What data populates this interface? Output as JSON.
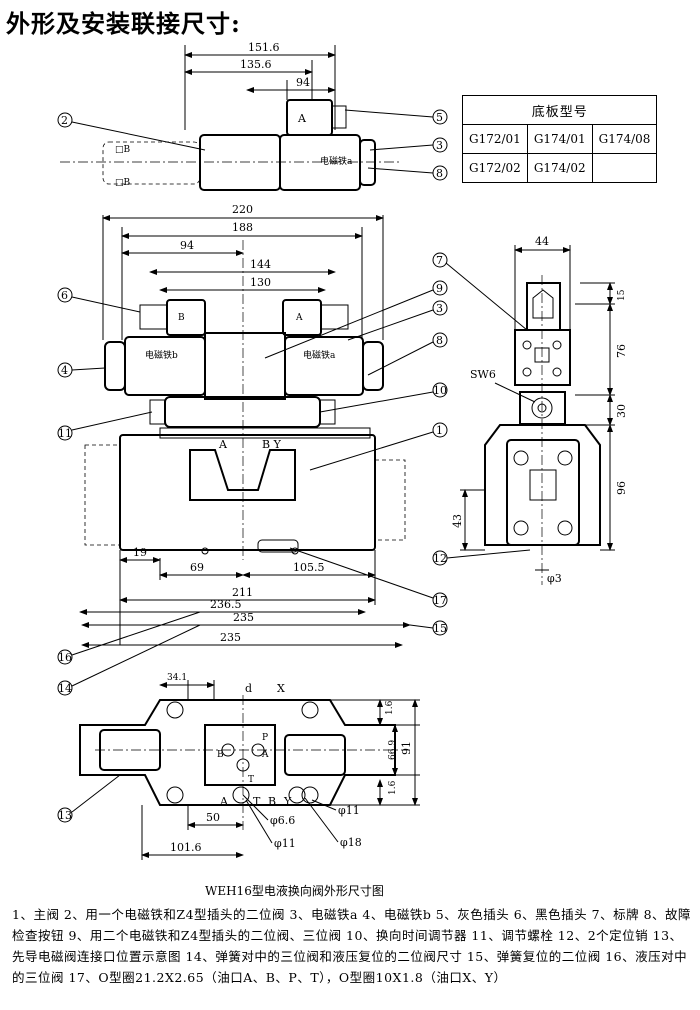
{
  "title": "外形及安装联接尺寸:",
  "plate_table": {
    "header": "底板型号",
    "rows": [
      [
        "G172/01",
        "G174/01",
        "G174/08"
      ],
      [
        "G172/02",
        "G174/02",
        ""
      ]
    ]
  },
  "top_view": {
    "dims": {
      "d1": "151.6",
      "d2": "135.6",
      "d3": "94"
    },
    "coil_label": "电磁铁a",
    "coil_letter": "A",
    "balloons": {
      "b2": "2",
      "b5": "5",
      "b3": "3",
      "b8": "8"
    }
  },
  "front_view": {
    "dims": {
      "d220": "220",
      "d188": "188",
      "d94": "94",
      "d144": "144",
      "d130": "130",
      "d19": "19",
      "d69": "69",
      "d105": "105.5",
      "d211": "211",
      "d236": "236.5",
      "d235a": "235",
      "d235b": "235"
    },
    "coil_b": "电磁铁b",
    "coil_a": "电磁铁a",
    "letters": {
      "B": "B",
      "A": "A",
      "A2": "A",
      "BY": "B  Y"
    },
    "balloons": {
      "b6": "6",
      "b4": "4",
      "b11": "11",
      "b9": "9",
      "b3": "3",
      "b8": "8",
      "b10": "10",
      "b1": "1",
      "b17": "17",
      "b15": "15",
      "b16": "16",
      "b14": "14"
    }
  },
  "side_view": {
    "dims": {
      "d44": "44",
      "d15": "15",
      "d76": "76",
      "d30": "30",
      "d96": "96",
      "d43": "43",
      "phi3": "φ3"
    },
    "sw": "SW6",
    "balloons": {
      "b7": "7",
      "b12": "12"
    }
  },
  "bottom_view": {
    "dims": {
      "d34": "34.1",
      "dd": "d",
      "dx": "X",
      "d16a": "1.6",
      "d66": "66.9",
      "d91": "91",
      "d16b": "1.6",
      "d50": "50",
      "d66phi": "φ6.6",
      "d11a": "φ11",
      "d18": "φ18",
      "d101": "101.6",
      "d11b": "φ11"
    },
    "ports": {
      "P": "P",
      "A": "A",
      "B": "B",
      "T": "T",
      "A2": "A",
      "T2": "T",
      "B2": "B",
      "Y": "Y"
    },
    "balloons": {
      "b13": "13"
    }
  },
  "caption": "WEH16型电液换向阀外形尺寸图",
  "legend": "1、主阀  2、用一个电磁铁和Z4型插头的二位阀  3、电磁铁a  4、电磁铁b  5、灰色插头  6、黑色插头  7、标牌  8、故障检查按钮  9、用二个电磁铁和Z4型插头的二位阀、三位阀  10、换向时间调节器  11、调节螺栓  12、2个定位销  13、先导电磁阀连接口位置示意图  14、弹簧对中的三位阀和液压复位的二位阀尺寸  15、弹簧复位的二位阀  16、液压对中的三位阀  17、O型圈21.2X2.65（油口A、B、P、T），O型圈10X1.8（油口X、Y）"
}
